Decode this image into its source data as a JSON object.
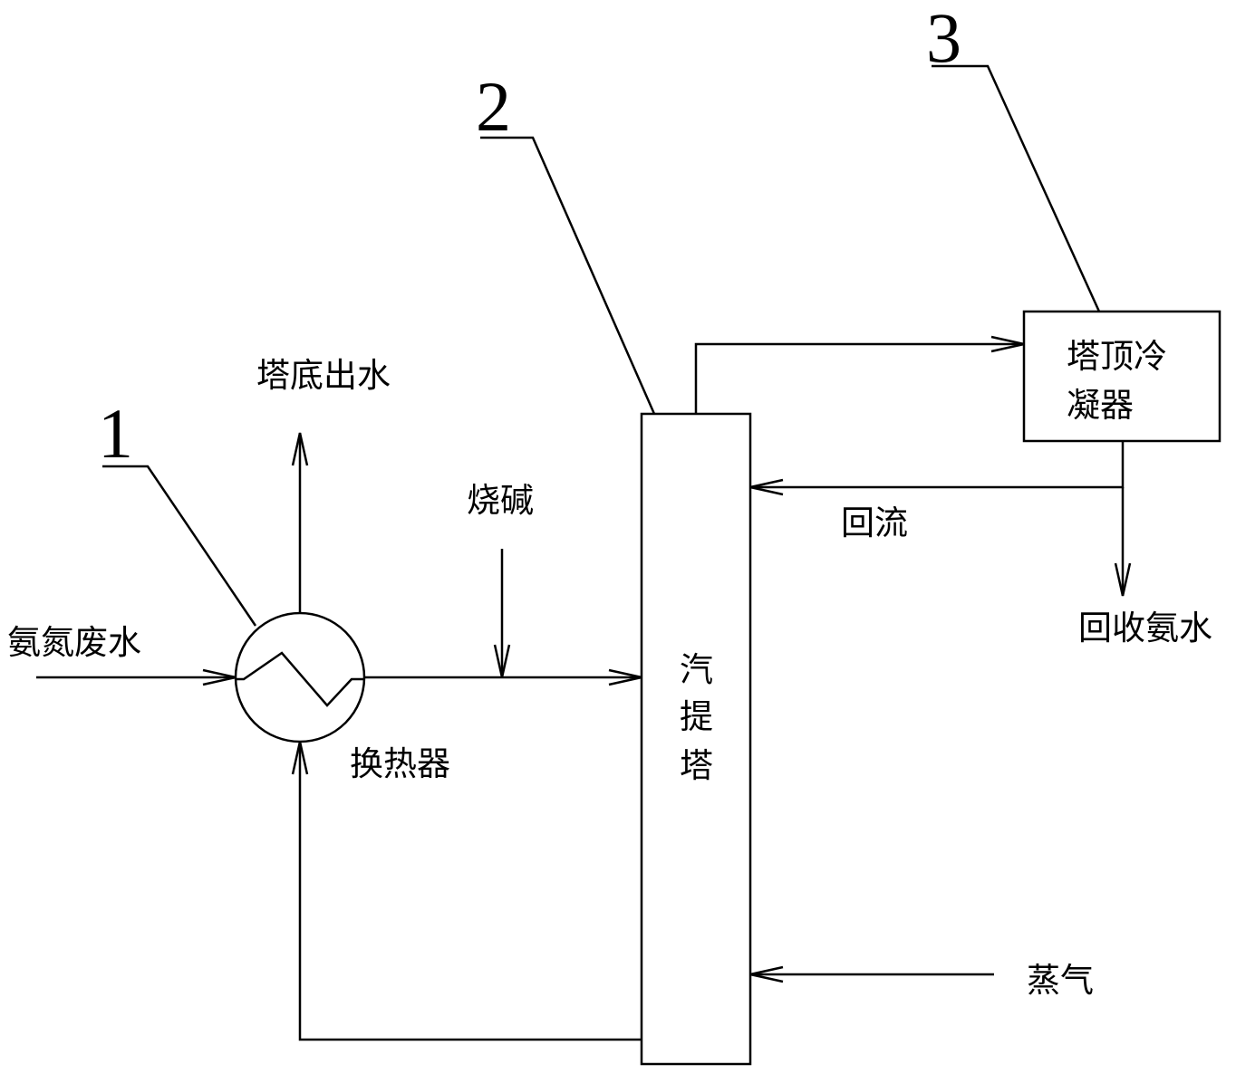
{
  "labels": {
    "wastewater": "氨氮废水",
    "bottom_water": "塔底出水",
    "caustic": "烧碱",
    "heat_exchanger": "换热器",
    "stripper_1": "汽",
    "stripper_2": "提",
    "stripper_3": "塔",
    "condenser_1": "塔顶冷",
    "condenser_2": "凝器",
    "reflux": "回流",
    "recovered_ammonia": "回收氨水",
    "steam": "蒸气"
  },
  "callouts": {
    "one": "1",
    "two": "2",
    "three": "3"
  }
}
